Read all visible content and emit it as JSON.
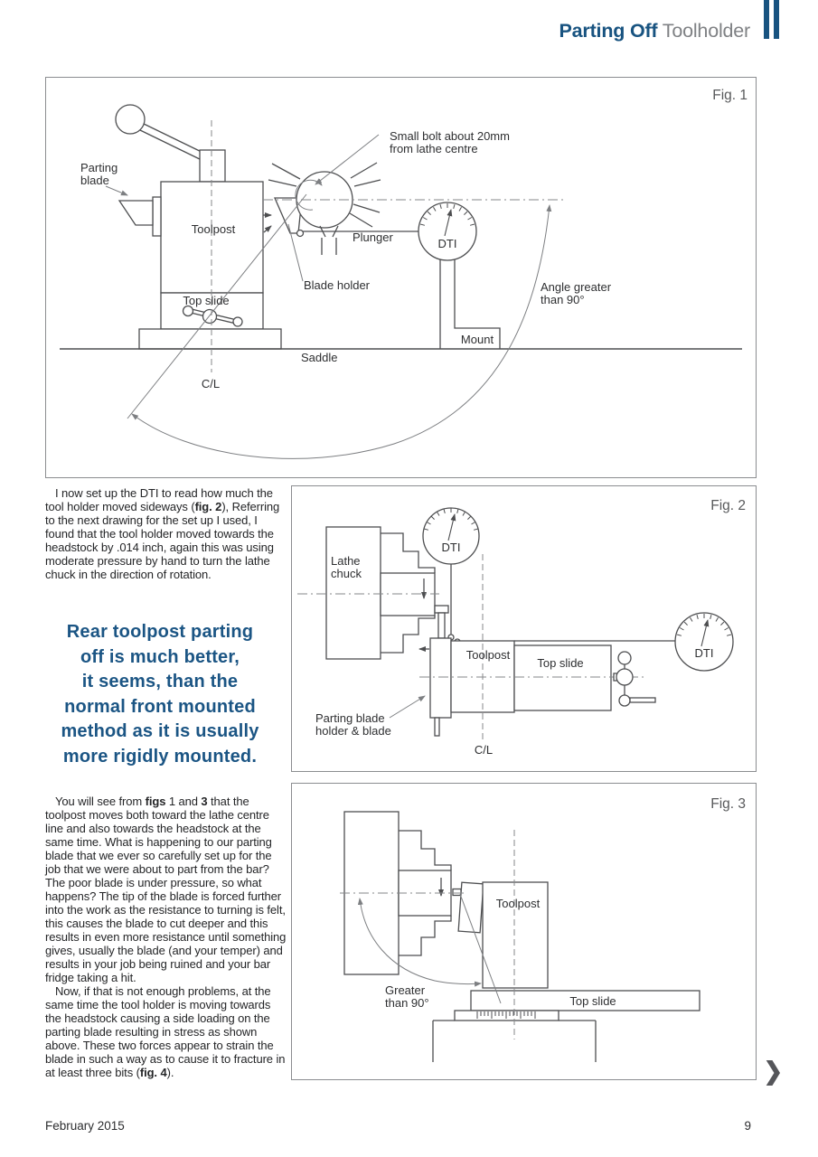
{
  "header": {
    "title_strong": "Parting Off",
    "title_light": " Toolholder"
  },
  "fig1": {
    "label": "Fig. 1",
    "small_bolt_line1": "Small bolt about 20mm",
    "small_bolt_line2": "from lathe centre",
    "parting_line1": "Parting",
    "parting_line2": "blade",
    "toolpost": "Toolpost",
    "plunger": "Plunger",
    "dti": "DTI",
    "blade_holder": "Blade holder",
    "top_slide": "Top slide",
    "angle_line1": "Angle greater",
    "angle_line2": "than 90°",
    "mount": "Mount",
    "saddle": "Saddle",
    "cl": "C/L"
  },
  "fig2": {
    "label": "Fig. 2",
    "lathe_line1": "Lathe",
    "lathe_line2": "chuck",
    "dti_top": "DTI",
    "dti_right": "DTI",
    "toolpost": "Toolpost",
    "top_slide": "Top slide",
    "parting_line1": "Parting blade",
    "parting_line2": "holder & blade",
    "cl": "C/L"
  },
  "fig3": {
    "label": "Fig. 3",
    "toolpost": "Toolpost",
    "top_slide": "Top slide",
    "greater_line1": "Greater",
    "greater_line2": "than 90°"
  },
  "article": {
    "p1_a": "I now set up the DTI to read how much the tool holder moved sideways (",
    "p1_b": "fig. 2",
    "p1_c": "), Referring to the next drawing for the set up I used, I found that the tool holder moved towards the headstock by .014 inch, again this was using moderate pressure by hand to turn the lathe chuck in the direction of rotation.",
    "pullquote_lines": [
      "Rear toolpost parting",
      "off is much better,",
      "it seems, than the",
      "normal front mounted",
      "method as it is usually",
      "more rigidly mounted."
    ],
    "p2_a": "You will see from ",
    "p2_b": "figs",
    "p2_c": " 1 and ",
    "p2_d": "3",
    "p2_e": " that the toolpost moves both toward the lathe centre line and also towards the headstock at the same time. What is happening to our parting blade that we ever so carefully set up for the job that we were about to part from the bar? The poor blade is under pressure, so what happens? The tip of the blade is forced further into the work as the resistance to turning is felt, this causes the blade to cut deeper and this results in even more resistance until something gives, usually the blade (and your temper) and results in your job being ruined and your bar fridge taking a hit.",
    "p3_a": "Now, if that is not enough problems, at the same time the tool holder is moving towards the headstock causing a side loading on the parting blade resulting in stress as shown above. These two forces appear to strain the blade in such a way as to cause it to fracture in at least three bits (",
    "p3_b": "fig. 4",
    "p3_c": ")."
  },
  "footer": {
    "date": "February 2015",
    "page": "9",
    "next_icon": "❯"
  },
  "colors": {
    "accent_blue": "#185380",
    "title_gray": "#7f8184",
    "diagram_line": "#4d4e50"
  }
}
